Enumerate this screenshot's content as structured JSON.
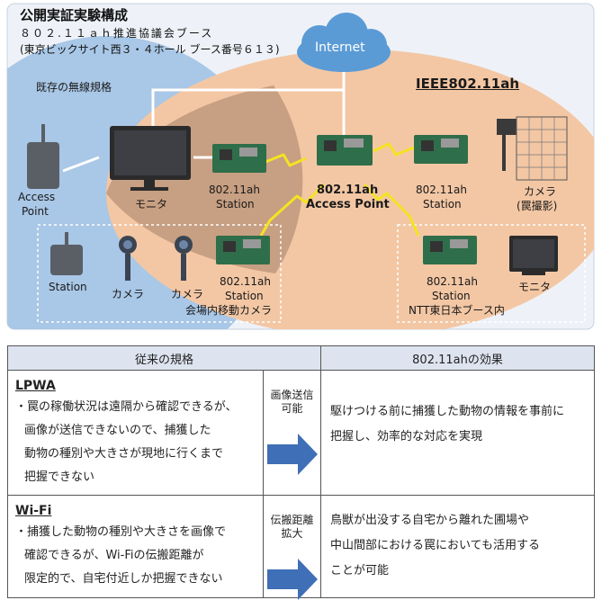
{
  "diagram": {
    "title": "公開実証実験構成",
    "subtitle1": "８０２.１１ａｈ推進協議会ブース",
    "subtitle2": "(東京ビックサイト西３・４ホール ブース番号６１３)",
    "cloud_label": "Internet",
    "existing_label": "既存の無線規格",
    "ieee_label": "IEEE802.11ah",
    "ap_left": [
      "Access",
      "Point"
    ],
    "monitor_top": "モニタ",
    "station_a": [
      "802.11ah",
      "Station"
    ],
    "center_ap": [
      "802.11ah",
      "Access Point"
    ],
    "station_b": [
      "802.11ah",
      "Station"
    ],
    "camera_trap": [
      "カメラ",
      "(罠撮影)"
    ],
    "station_left": "Station",
    "camera_left": "カメラ",
    "camera_mid": "カメラ",
    "station_c": [
      "802.11ah",
      "Station"
    ],
    "station_c_note": "会場内移動カメラ",
    "station_d": [
      "802.11ah",
      "Station"
    ],
    "station_d_note": "NTT東日本ブース内",
    "monitor_right": "モニタ",
    "colors": {
      "blue": "#a9c7e6",
      "orange": "#f3c7a4",
      "overlap": "#c29a7e",
      "yellow": "#f4e323",
      "cloud": "#5b9bd5"
    }
  },
  "table": {
    "header_left": "従来の規格",
    "header_right": "802.11ahの効果",
    "rows": [
      {
        "name": "LPWA",
        "lines": [
          "・罠の稼働状況は遠隔から確認できるが、",
          "画像が送信できないので、捕獲した",
          "動物の種別や大きさが現地に行くまで",
          "把握できない"
        ],
        "arrow_label": [
          "画像送信",
          "可能"
        ],
        "effect": [
          "駆けつける前に捕獲した動物の情報を事前に",
          "把握し、効率的な対応を実現"
        ]
      },
      {
        "name": "Wi-Fi",
        "lines": [
          "・捕獲した動物の種別や大きさを画像で",
          "確認できるが、Wi-Fiの伝搬距離が",
          "限定的で、自宅付近しか把握できない"
        ],
        "arrow_label": [
          "伝搬距離",
          "拡大"
        ],
        "effect": [
          "鳥獣が出没する自宅から離れた圃場や",
          "中山間部における罠においても活用する",
          "ことが可能"
        ]
      }
    ]
  }
}
